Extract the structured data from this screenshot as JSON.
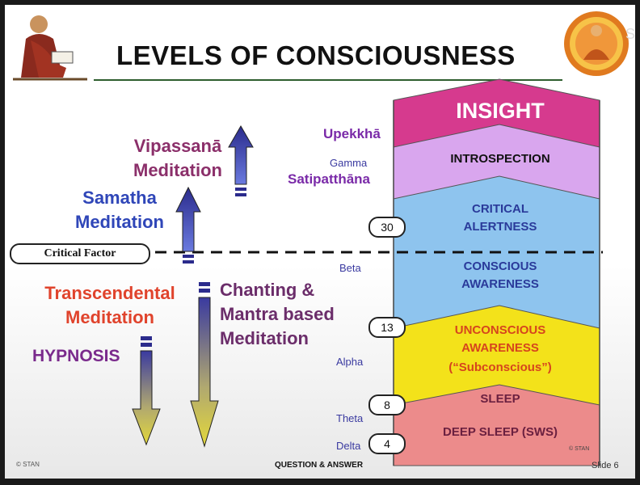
{
  "slide": {
    "title": "LEVELS OF CONSCIOUSNESS",
    "footer_left": "© STAN",
    "footer_center": "QUESTION & ANSWER",
    "footer_right": "Slide 6",
    "copyright_band": "© STAN",
    "corner_text": "St"
  },
  "levels": {
    "insight": "INSIGHT",
    "introspection": "INTROSPECTION",
    "critical_alertness_1": "CRITICAL",
    "critical_alertness_2": "ALERTNESS",
    "conscious_1": "CONSCIOUS",
    "conscious_2": "AWARENESS",
    "unconscious_1": "UNCONSCIOUS",
    "unconscious_2": "AWARENESS",
    "unconscious_3": "(“Subconscious”)",
    "sleep": "SLEEP",
    "deep_sleep": "DEEP SLEEP (SWS)"
  },
  "frequency_markers": {
    "b30": "30",
    "b13": "13",
    "b8": "8",
    "b4": "4"
  },
  "brainwaves": {
    "gamma": "Gamma",
    "beta": "Beta",
    "alpha": "Alpha",
    "theta": "Theta",
    "delta": "Delta"
  },
  "pali": {
    "upekkha": "Upekkhā",
    "satipatthana": "Satipatthāna"
  },
  "critical_factor": "Critical Factor",
  "methods": {
    "vipassana_1": "Vipassanā",
    "vipassana_2": "Meditation",
    "samatha_1": "Samatha",
    "samatha_2": "Meditation",
    "transcendental_1": "Transcendental",
    "transcendental_2": "Meditation",
    "chanting_1": "Chanting &",
    "chanting_2": "Mantra based",
    "chanting_3": "Meditation",
    "hypnosis": "HYPNOSIS"
  },
  "colors": {
    "insight": "#d63a8e",
    "introspection": "#d9a6ee",
    "alert": "#8ec4ee",
    "unconscious": "#f3e21a",
    "sleep": "#ec8b8b",
    "arrow_up": "#3a3aa0",
    "arrow_down": "#d8c935",
    "transcendental": "#e0432c",
    "vipassana": "#8b2f6a",
    "samatha": "#2f46b8",
    "chanting": "#6b2d6a"
  }
}
